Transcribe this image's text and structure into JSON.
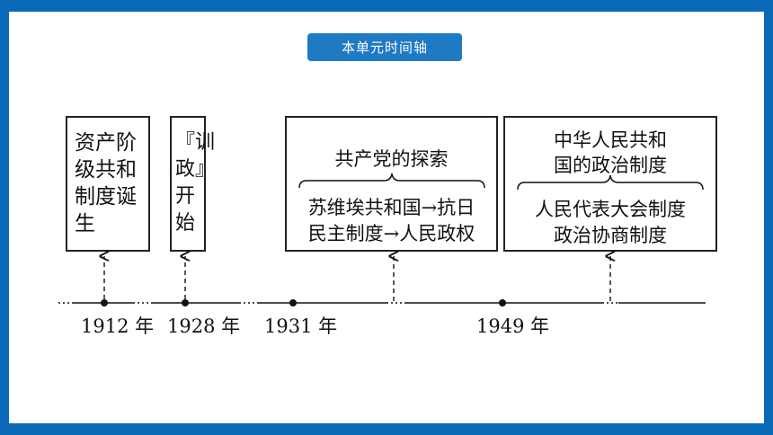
{
  "header": {
    "title": "本单元时间轴"
  },
  "boxes": {
    "zichan": {
      "lines": [
        "资产阶",
        "级共和",
        "制度诞",
        "生"
      ]
    },
    "xunzheng": {
      "lines": [
        "『训",
        "政』",
        "开始"
      ]
    },
    "gcd": {
      "heading": "共产党的探索",
      "line1": "苏维埃共和国→抗日",
      "line2": "民主制度→人民政权"
    },
    "prc": {
      "heading1": "中华人民共和",
      "heading2": "国的政治制度",
      "line1": "人民代表大会制度",
      "line2": "政治协商制度"
    }
  },
  "timeline": {
    "years": [
      "1912 年",
      "1928 年",
      "1931 年",
      "1949 年"
    ]
  },
  "colors": {
    "frame": "#0a6ab8",
    "pill": "#1f7ac4",
    "ink": "#111111"
  }
}
